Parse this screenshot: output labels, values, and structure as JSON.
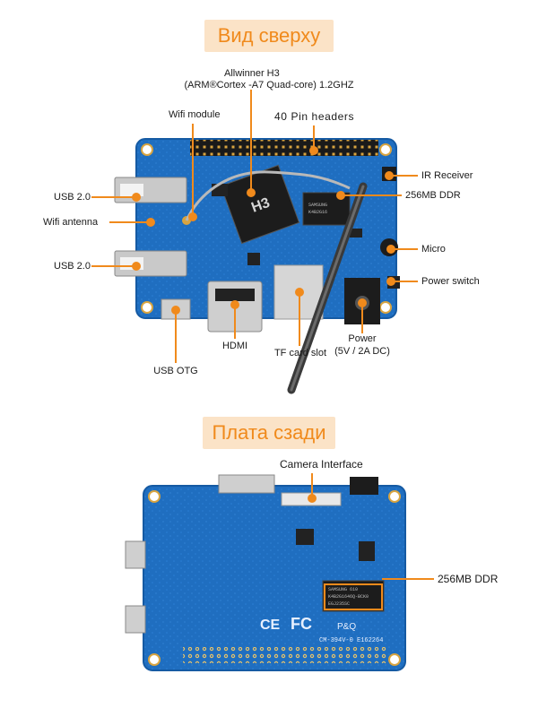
{
  "top": {
    "heading": "Вид сверху",
    "labels": {
      "soc_name": "Allwinner H3",
      "soc_detail": "(ARM®Cortex -A7 Quad-core) 1.2GHZ",
      "wifi_module": "Wifi module",
      "pin_headers": "40 Pin headers",
      "ir_receiver": "IR Receiver",
      "ddr": "256MB DDR",
      "usb_a": "USB 2.0",
      "wifi_antenna": "Wifi antenna",
      "usb_b": "USB 2.0",
      "micro": "Micro",
      "power_switch": "Power switch",
      "hdmi": "HDMI",
      "usb_otg": "USB OTG",
      "tf_card": "TF card slot",
      "power": "Power",
      "power_detail": "(5V / 2A DC)"
    },
    "chip_marks": {
      "soc": "H3",
      "ram": "SAMSUNG\nK4B2G16"
    }
  },
  "bottom": {
    "heading": "Плата сзади",
    "labels": {
      "camera": "Camera Interface",
      "ddr": "256MB DDR"
    },
    "board_marks": {
      "ram": "SAMSUNG 610\nK4B2G1646Q-BCK0\nEGJ235SC",
      "ce": "CE",
      "fc": "FC",
      "pq": "P&Q",
      "code": "CM-394V-0 E162264"
    }
  },
  "colors": {
    "accent": "#f08a1c",
    "banner_bg": "#fbe3c7",
    "pcb": "#1f6ec0",
    "pcb_dark": "#155aa3",
    "gold": "#d8a440",
    "chip": "#1c1c1c",
    "metal": "#c9c9c9"
  }
}
